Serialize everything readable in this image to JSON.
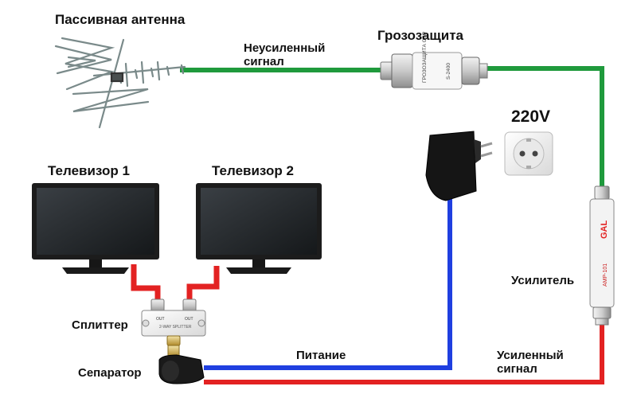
{
  "labels": {
    "antenna": "Пассивная антенна",
    "unamplified_line1": "Неусиленный",
    "unamplified_line2": "сигнал",
    "surge": "Грозозащита",
    "voltage": "220V",
    "tv1": "Телевизор 1",
    "tv2": "Телевизор 2",
    "amplifier": "Усилитель",
    "splitter": "Сплиттер",
    "power": "Питание",
    "separator": "Сепаратор",
    "amplified_line1": "Усиленный",
    "amplified_line2": "сигнал"
  },
  "device_text": {
    "surge_body": "ГРОЗОЗАЩИТА GSP",
    "surge_model": "S-2400",
    "amp_brand": "GAL",
    "amp_model": "AMP-101",
    "splitter_out": "OUT",
    "splitter_model": "2-WAY SPLITTER"
  },
  "colors": {
    "green_cable": "#1f9a3c",
    "blue_cable": "#1f3fe0",
    "red_cable": "#e32222",
    "tv_frame": "#1c1c1c",
    "tv_screen": "#2b2f33"
  }
}
